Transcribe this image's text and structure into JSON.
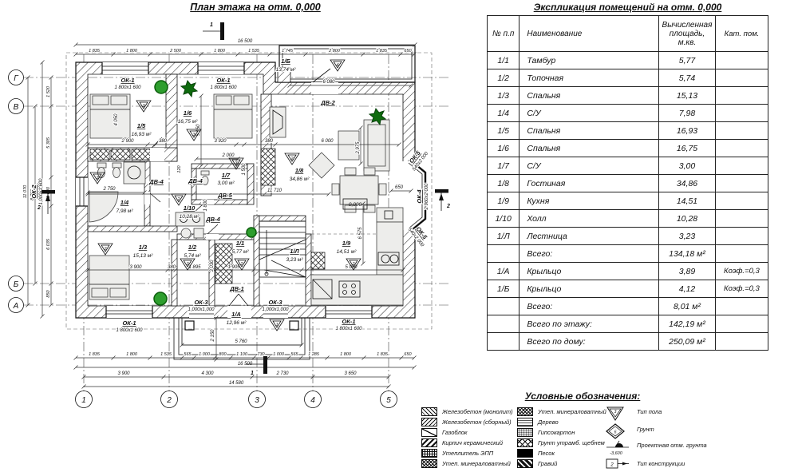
{
  "plan": {
    "title": "План этажа на отм. 0,000",
    "level_mark": "0,000",
    "axes_cols": [
      "1",
      "2",
      "3",
      "4",
      "5"
    ],
    "axes_rows": [
      "Г",
      "В",
      "Б",
      "А"
    ],
    "sections": {
      "s1": "1",
      "s2": "2"
    },
    "rooms": [
      {
        "id": "1/5",
        "area": "16,93 м²",
        "mark": "3"
      },
      {
        "id": "1/6",
        "area": "16,75 м²",
        "mark": "3"
      },
      {
        "id": "1/8",
        "area": "34,86 м²",
        "mark": "2"
      },
      {
        "id": "1/7",
        "area": "3,00 м²",
        "mark": "3"
      },
      {
        "id": "1/4",
        "area": "7,98 м²",
        "mark": "3"
      },
      {
        "id": "1/10",
        "area": "10,28 м²",
        "mark": "2"
      },
      {
        "id": "1/3",
        "area": "15,13 м²",
        "mark": "2"
      },
      {
        "id": "1/2",
        "area": "5,74 м²",
        "mark": "3"
      },
      {
        "id": "1/1",
        "area": "5,77 м²",
        "mark": "2"
      },
      {
        "id": "1/Л",
        "area": "3,23 м²"
      },
      {
        "id": "1/9",
        "area": "14,51 м²",
        "mark": "2"
      },
      {
        "id": "1/А",
        "area": "12,96 м²",
        "mark": "1"
      },
      {
        "id": "1/Б",
        "area": "13,74 м²",
        "mark": "4"
      }
    ],
    "windows": [
      {
        "name": "ОК-1",
        "size": "1 800х1 600"
      },
      {
        "name": "ОК-1",
        "size": "1 800х1 600"
      },
      {
        "name": "ОК-2",
        "size": "1 000х1 600"
      },
      {
        "name": "ОК-1",
        "size": "1 800х1 600"
      },
      {
        "name": "ОК-3",
        "size": "1 000х1 000"
      },
      {
        "name": "ОК-3",
        "size": "1 000х1 000"
      },
      {
        "name": "ОК-1",
        "size": "1 800х1 600"
      },
      {
        "name": "ОК-5",
        "size": "540х2 000"
      },
      {
        "name": "ОК-4",
        "size": "2 960х2 000"
      },
      {
        "name": "ОК-5",
        "size": "540х2 000"
      }
    ],
    "doors": [
      "ДВ-1",
      "ДВ-2",
      "ДВ-4",
      "ДВ-4",
      "ДВ-4",
      "ДВ-5"
    ],
    "dims": {
      "top_total": "16 500",
      "top": [
        "1 835",
        "1 800",
        "2 500",
        "1 800",
        "1 535",
        "1 745",
        "2 800",
        "1 835",
        "650"
      ],
      "b1": [
        "1 835",
        "1 800",
        "1 535",
        "565",
        "1 000",
        "800",
        "1 100",
        "730",
        "1 000",
        "565",
        "1 285",
        "1 800",
        "1 835",
        "650"
      ],
      "b2": "16 500",
      "b3": [
        "3 900",
        "4 300",
        "2 730",
        "3 650"
      ],
      "b4": "14 580",
      "l1": "11 070",
      "l2": "8 700",
      "l3": "12 340",
      "lseg": [
        "1 520",
        "5 305",
        "1 600",
        "6 035",
        "850"
      ],
      "i": {
        "a": "2 900",
        "b": "380",
        "c": "3 920",
        "d": "380",
        "e": "6 000",
        "f": "2 975",
        "g": "4 050",
        "h": "5 150",
        "j": "11 710",
        "k": "650",
        "m": "2 000",
        "n": "1 500",
        "p": "2 750",
        "q": "3 900",
        "r": "380",
        "s": "1 895",
        "t": "1 905",
        "u": "5 000",
        "v": "6 575",
        "w": "1 800",
        "x": "3 030",
        "y": "6 080",
        "z": "5 760",
        "aa": "2 150",
        "ab": "120"
      }
    }
  },
  "table": {
    "title": "Экспликация помещений на отм. 0,000",
    "headers": [
      "№ п.п",
      "Наименование",
      "Вычисленная площадь, м.кв.",
      "Кат. пом."
    ],
    "rows": [
      [
        "1/1",
        "Тамбур",
        "5,77",
        ""
      ],
      [
        "1/2",
        "Топочная",
        "5,74",
        ""
      ],
      [
        "1/3",
        "Спальня",
        "15,13",
        ""
      ],
      [
        "1/4",
        "С/У",
        "7,98",
        ""
      ],
      [
        "1/5",
        "Спальня",
        "16,93",
        ""
      ],
      [
        "1/6",
        "Спальня",
        "16,75",
        ""
      ],
      [
        "1/7",
        "С/У",
        "3,00",
        ""
      ],
      [
        "1/8",
        "Гостиная",
        "34,86",
        ""
      ],
      [
        "1/9",
        "Кухня",
        "14,51",
        ""
      ],
      [
        "1/10",
        "Холл",
        "10,28",
        ""
      ],
      [
        "1/Л",
        "Лестница",
        "3,23",
        ""
      ],
      [
        "",
        "Всего:",
        "134,18 м²",
        ""
      ],
      [
        "1/А",
        "Крыльцо",
        "3,89",
        "Коэф.=0,3"
      ],
      [
        "1/Б",
        "Крыльцо",
        "4,12",
        "Коэф.=0,3"
      ],
      [
        "",
        "Всего:",
        "8,01 м²",
        ""
      ],
      [
        "",
        "Всего по этажу:",
        "142,19 м²",
        ""
      ],
      [
        "",
        "Всего по дому:",
        "250,09 м²",
        ""
      ]
    ]
  },
  "legend": {
    "title": "Условные обозначения:",
    "col1": [
      {
        "label": "Железобетон (монолит)"
      },
      {
        "label": "Железобетон (сборный)"
      },
      {
        "label": "Газоблок"
      },
      {
        "label": "Кирпич керамический"
      },
      {
        "label": "Утеплитель ЭПП"
      },
      {
        "label": "Утеп. минераловатный"
      }
    ],
    "col2": [
      {
        "label": "Утеп. минераловатный"
      },
      {
        "label": "Дерево"
      },
      {
        "label": "Гипсокартон"
      },
      {
        "label": "Грунт утрамб. щебнем"
      },
      {
        "label": "Песок"
      },
      {
        "label": "Гравий"
      }
    ],
    "col3": [
      {
        "label": "Тип пола",
        "num": "3"
      },
      {
        "label": "Грунт",
        "num": "6"
      },
      {
        "label": "Проектная отм. грунта",
        "value": "-3,600"
      },
      {
        "label": "Тип конструкции",
        "value": "2"
      }
    ]
  }
}
